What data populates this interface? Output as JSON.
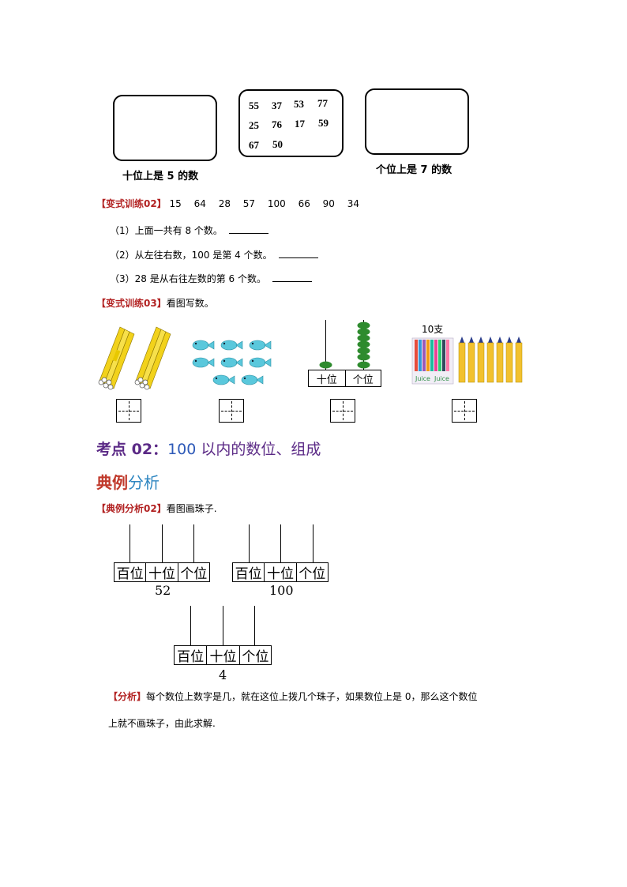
{
  "grouping_figure": {
    "numbers": [
      "55",
      "37",
      "53",
      "77",
      "25",
      "76",
      "17",
      "59",
      "67",
      "50"
    ],
    "left_caption": "十位上是 5 的数",
    "right_caption": "个位上是 7 的数"
  },
  "exercise02": {
    "label": "【变式训练02】",
    "numbers": "15　 64　 28　 57　 100　 66　 90　 34",
    "q1": "（1）上面一共有 8 个数。",
    "q2": "（2）从左往右数，100 是第 4 个数。",
    "q3": "（3）28 是从右往左数的第 6 个数。"
  },
  "exercise03": {
    "label": "【变式训练03】",
    "prompt": "看图写数。",
    "abacus_labels": [
      "十位",
      "个位"
    ],
    "pencil_label": "10支",
    "juice_text": "Juice"
  },
  "section": {
    "title_prefix": "考点 02：",
    "title_num": "100",
    "title_rest": " 以内的数位、组成"
  },
  "example_heading": {
    "part1": "典例",
    "part2": "分析"
  },
  "example02": {
    "label": "【典例分析02】",
    "prompt": "看图画珠子.",
    "place_labels": [
      "百位",
      "十位",
      "个位"
    ],
    "abacus_values": [
      "52",
      "100",
      "4"
    ]
  },
  "analysis": {
    "label": "【分析】",
    "line1": "每个数位上数字是几，就在这位上拨几个珠子，如果数位上是 0，那么这个数位",
    "line2": "上就不画珠子，由此求解."
  },
  "colors": {
    "label_red": "#b22222",
    "section_purple": "#5b2a86",
    "heading_red": "#c0392b",
    "heading_blue": "#2e86c1",
    "bead_green": "#2e8b2e",
    "stick_yellow": "#f2d21b",
    "fish_cyan": "#5ac8dc"
  }
}
